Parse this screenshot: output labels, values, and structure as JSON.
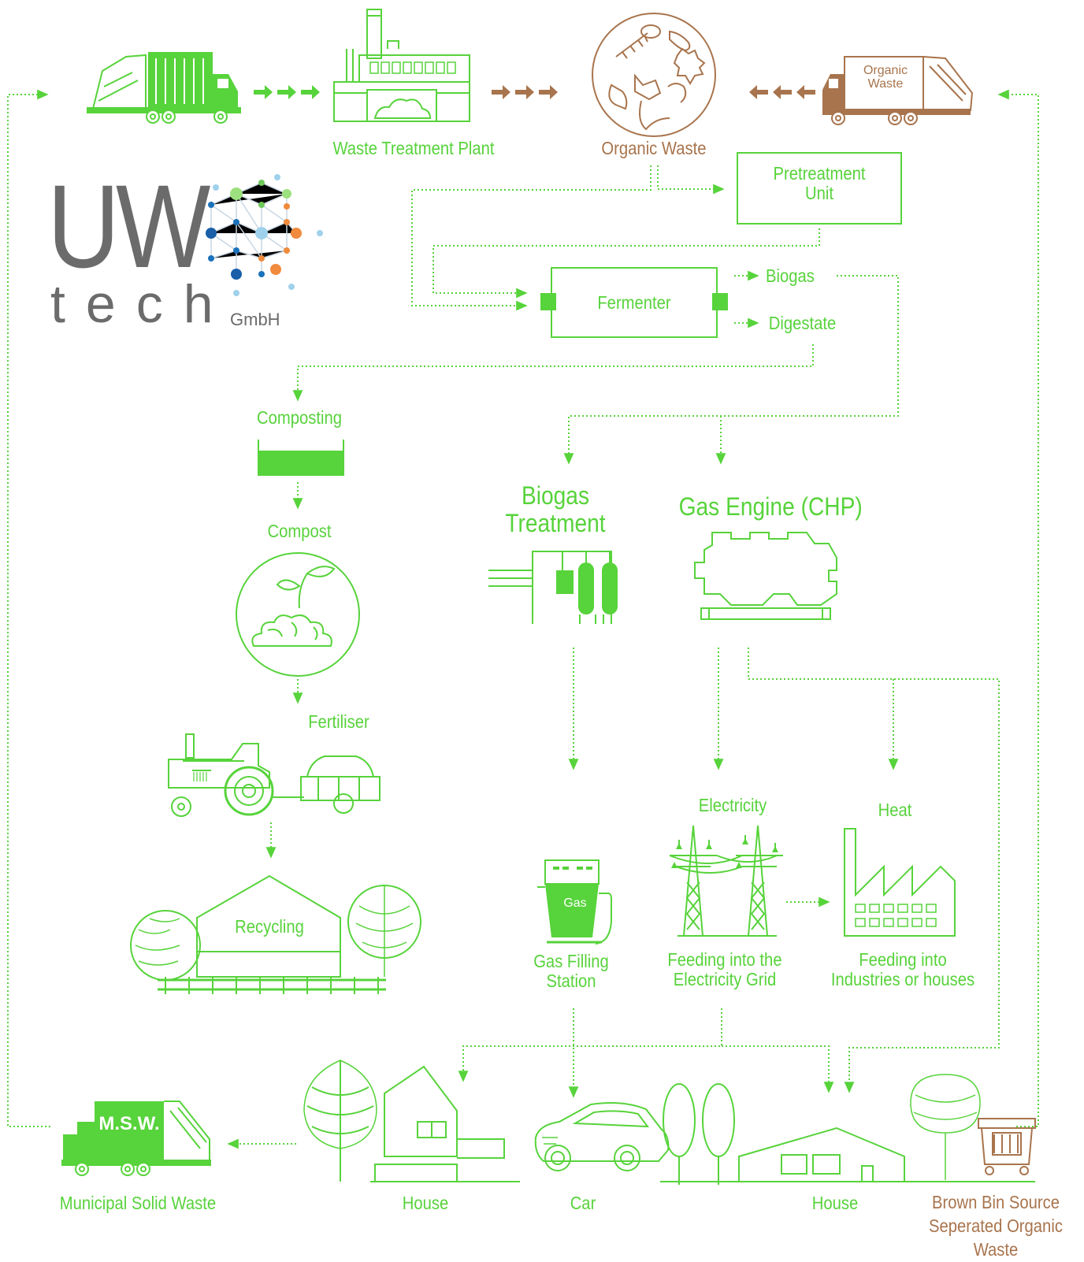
{
  "logo": {
    "main": "UW",
    "sub": "tech",
    "suffix": "GmbH"
  },
  "colors": {
    "green": "#57d33b",
    "brown": "#a8744d",
    "gray": "#6b6b6b"
  },
  "top_row": {
    "waste_treatment_plant": "Waste Treatment Plant",
    "organic_waste": "Organic Waste",
    "organic_truck_text": "Organic Waste"
  },
  "process": {
    "pretreatment": "Pretreatment Unit",
    "fermenter": "Fermenter",
    "biogas": "Biogas",
    "digestate": "Digestate"
  },
  "compost_branch": {
    "composting": "Composting",
    "compost": "Compost",
    "fertiliser": "Fertiliser",
    "recycling": "Recycling"
  },
  "energy_branch": {
    "biogas_treatment": "Biogas Treatment",
    "gas_engine": "Gas Engine (CHP)",
    "electricity": "Electricity",
    "heat": "Heat",
    "gas_pump_label": "Gas",
    "gas_filling_station": "Gas Filling Station",
    "feeding_grid": "Feeding into the Electricity Grid",
    "feeding_industries": "Feeding into Industries or houses"
  },
  "bottom_row": {
    "msw_truck_text": "M.S.W.",
    "municipal_solid_waste": "Municipal Solid Waste",
    "house_left": "House",
    "car": "Car",
    "house_right": "House",
    "brown_bin": "Brown Bin Source Seperated Organic Waste"
  }
}
